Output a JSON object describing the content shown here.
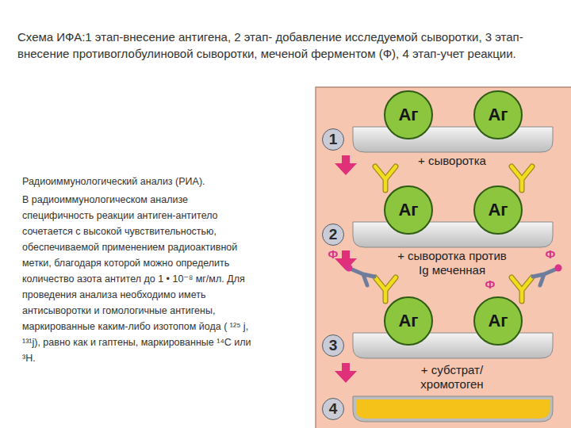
{
  "diagram": {
    "title": "Схема ИФА:1 этап-внесение антигена, 2 этап- добавление исследуемой сыворотки, 3 этап-внесение противоглобулиновой сыворотки, меченой ферментом (Ф), 4 этап-учет реакции.",
    "nodes": [
      {
        "text": [
          "1"
        ]
      },
      {
        "text": [
          "Аг"
        ]
      },
      {
        "text": [
          "Аг"
        ]
      },
      {
        "text": [
          "2"
        ]
      },
      {
        "text": [
          "Аг"
        ]
      },
      {
        "text": [
          "Аг"
        ]
      },
      {
        "text": [
          "3"
        ]
      },
      {
        "text": [
          "Аг"
        ]
      },
      {
        "text": [
          "Аг"
        ]
      },
      {
        "text": [
          "4"
        ]
      }
    ],
    "labels": [
      "+ сыворотка",
      "Ф",
      "+ сыворотка против Ig меченная",
      "Ф",
      "Ф",
      "+ субстрат/ хромотоген",
      "Радиоиммунологический анализ (РИА).",
      "В радиоиммунологическом анализе специфичность реакции антиген-антитело сочетается с высокой чувствительностью, обеспечиваемой применением радиоактивной метки, благодаря которой можно определить количество азота антител до 1 • 10⁻⁸ мг/мл. Для проведения анализа необходимо иметь антисыворотки и гомологичные антигены, маркированные каким-либо изотопом йода ( ¹²⁵ j, ¹³¹j), равно как и гаптены, маркированные ¹⁴С или ³Н."
    ]
  }
}
